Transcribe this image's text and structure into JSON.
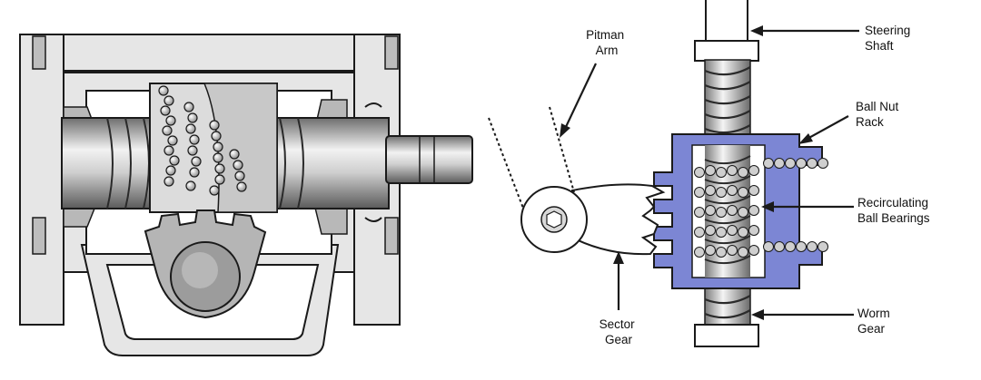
{
  "labels": {
    "pitman_arm": [
      "Pitman",
      "Arm"
    ],
    "steering_shaft": [
      "Steering",
      "Shaft"
    ],
    "ball_nut_rack": [
      "Ball Nut",
      "Rack"
    ],
    "recirculating_ball_bearings": [
      "Recirculating",
      "Ball Bearings"
    ],
    "sector_gear": [
      "Sector",
      "Gear"
    ],
    "worm_gear": [
      "Worm",
      "Gear"
    ]
  },
  "colors": {
    "housing": "#e6e6e6",
    "metal_dark": "#9a9a9a",
    "ball_nut_rack": "#7c86d4",
    "ball": "#cfcfcf",
    "outline": "#1a1a1a"
  }
}
